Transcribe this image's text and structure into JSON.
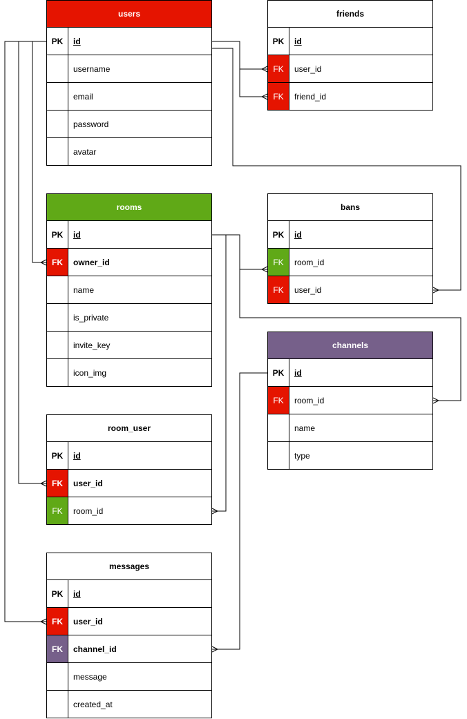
{
  "colors": {
    "red": "#e51400",
    "green": "#60a917",
    "purple": "#76608a",
    "border": "#000000",
    "white": "#ffffff"
  },
  "tables": {
    "users": {
      "title": "users",
      "color": "red",
      "rows": [
        {
          "key": "PK",
          "name": "id",
          "pk": true
        },
        {
          "key": "",
          "name": "username"
        },
        {
          "key": "",
          "name": "email"
        },
        {
          "key": "",
          "name": "password"
        },
        {
          "key": "",
          "name": "avatar"
        }
      ]
    },
    "friends": {
      "title": "friends",
      "color": "",
      "rows": [
        {
          "key": "PK",
          "name": "id",
          "pk": true
        },
        {
          "key": "FK",
          "name": "user_id",
          "key_color": "red"
        },
        {
          "key": "FK",
          "name": "friend_id",
          "key_color": "red"
        }
      ]
    },
    "rooms": {
      "title": "rooms",
      "color": "green",
      "rows": [
        {
          "key": "PK",
          "name": "id",
          "pk": true
        },
        {
          "key": "FK",
          "name": "owner_id",
          "key_color": "red",
          "bold": true
        },
        {
          "key": "",
          "name": "name"
        },
        {
          "key": "",
          "name": "is_private"
        },
        {
          "key": "",
          "name": "invite_key"
        },
        {
          "key": "",
          "name": "icon_img"
        }
      ]
    },
    "bans": {
      "title": "bans",
      "color": "",
      "rows": [
        {
          "key": "PK",
          "name": "id",
          "pk": true
        },
        {
          "key": "FK",
          "name": "room_id",
          "key_color": "green"
        },
        {
          "key": "FK",
          "name": "user_id",
          "key_color": "red"
        }
      ]
    },
    "channels": {
      "title": "channels",
      "color": "purple",
      "rows": [
        {
          "key": "PK",
          "name": "id",
          "pk": true
        },
        {
          "key": "FK",
          "name": "room_id",
          "key_color": "red"
        },
        {
          "key": "",
          "name": "name"
        },
        {
          "key": "",
          "name": "type"
        }
      ]
    },
    "room_user": {
      "title": "room_user",
      "color": "",
      "rows": [
        {
          "key": "PK",
          "name": "id",
          "pk": true
        },
        {
          "key": "FK",
          "name": "user_id",
          "key_color": "red",
          "bold": true
        },
        {
          "key": "FK",
          "name": "room_id",
          "key_color": "green"
        }
      ]
    },
    "messages": {
      "title": "messages",
      "color": "",
      "rows": [
        {
          "key": "PK",
          "name": "id",
          "pk": true
        },
        {
          "key": "FK",
          "name": "user_id",
          "key_color": "red",
          "bold": true
        },
        {
          "key": "FK",
          "name": "channel_id",
          "key_color": "purple",
          "bold": true
        },
        {
          "key": "",
          "name": "message"
        },
        {
          "key": "",
          "name": "created_at"
        }
      ]
    }
  },
  "relations": [
    {
      "from": "users.id",
      "to": "friends.user_id"
    },
    {
      "from": "users.id",
      "to": "friends.friend_id"
    },
    {
      "from": "users.id",
      "to": "rooms.owner_id"
    },
    {
      "from": "users.id",
      "to": "bans.user_id"
    },
    {
      "from": "users.id",
      "to": "room_user.user_id"
    },
    {
      "from": "users.id",
      "to": "messages.user_id"
    },
    {
      "from": "rooms.id",
      "to": "bans.room_id"
    },
    {
      "from": "rooms.id",
      "to": "channels.room_id"
    },
    {
      "from": "rooms.id",
      "to": "room_user.room_id"
    },
    {
      "from": "channels.id",
      "to": "messages.channel_id"
    }
  ]
}
